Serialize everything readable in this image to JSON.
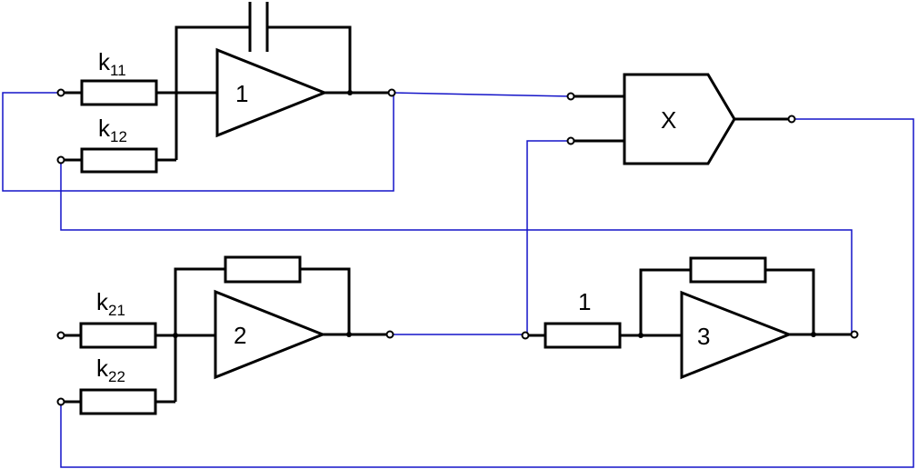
{
  "colors": {
    "component": "#000000",
    "wire": "#1414c8",
    "background": "#ffffff"
  },
  "integrator": {
    "label": "1",
    "inputs": [
      {
        "main": "k",
        "sub": "11"
      },
      {
        "main": "k",
        "sub": "12"
      }
    ]
  },
  "summer": {
    "label": "2",
    "inputs": [
      {
        "main": "k",
        "sub": "21"
      },
      {
        "main": "k",
        "sub": "22"
      }
    ]
  },
  "inverter": {
    "label": "3",
    "input_label": "1"
  },
  "multiplier": {
    "label": "X"
  }
}
